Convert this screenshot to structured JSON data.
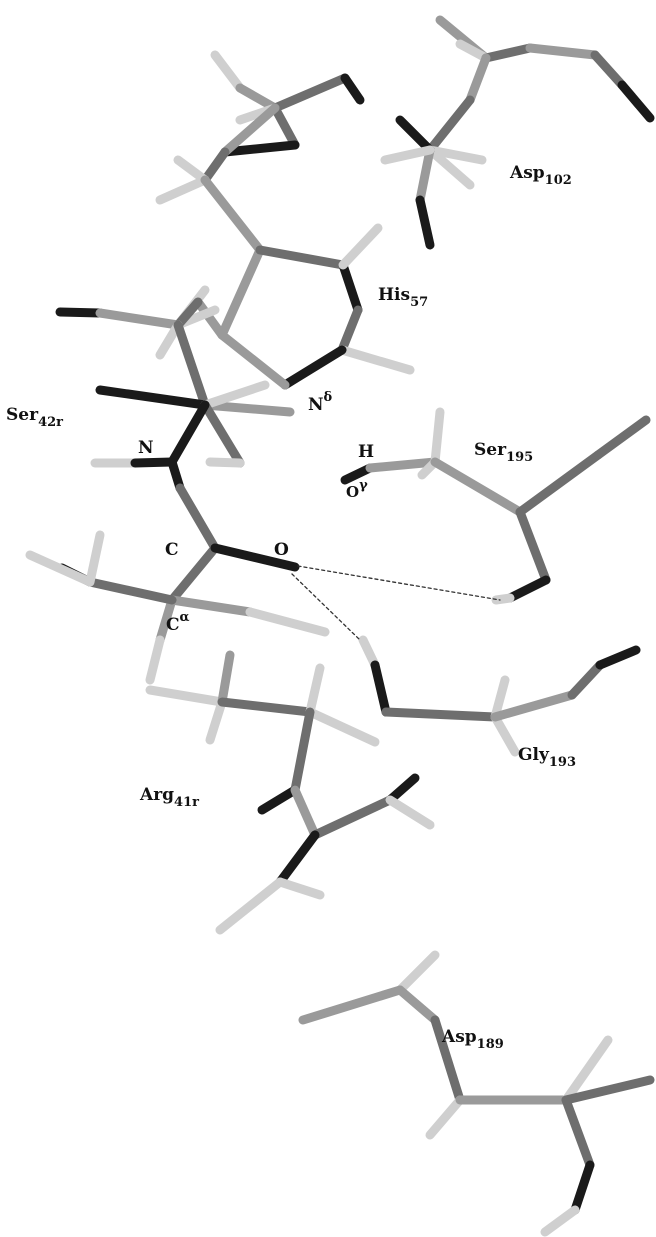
{
  "labels": {
    "asp102": {
      "name": "Asp",
      "sub": "102"
    },
    "his57": {
      "name": "His",
      "sub": "57"
    },
    "n_delta": {
      "name": "N",
      "sup": "δ"
    },
    "ser42r": {
      "name": "Ser",
      "sub": "42r"
    },
    "n": {
      "name": "N"
    },
    "h": {
      "name": "H"
    },
    "ser195": {
      "name": "Ser",
      "sub": "195"
    },
    "o_gamma": {
      "name": "O",
      "sup": "γ"
    },
    "c": {
      "name": "C"
    },
    "o": {
      "name": "O"
    },
    "c_alpha": {
      "name": "C",
      "sup": "α"
    },
    "gly193": {
      "name": "Gly",
      "sub": "193"
    },
    "arg41r": {
      "name": "Arg",
      "sub": "41r"
    },
    "asp189": {
      "name": "Asp",
      "sub": "189"
    }
  },
  "colors": {
    "background": "#ffffff",
    "carbon": "#8a8a8a",
    "heteroatom": "#1a1a1a",
    "hydrogen": "#d0d0d0",
    "hbond": "#333333"
  }
}
